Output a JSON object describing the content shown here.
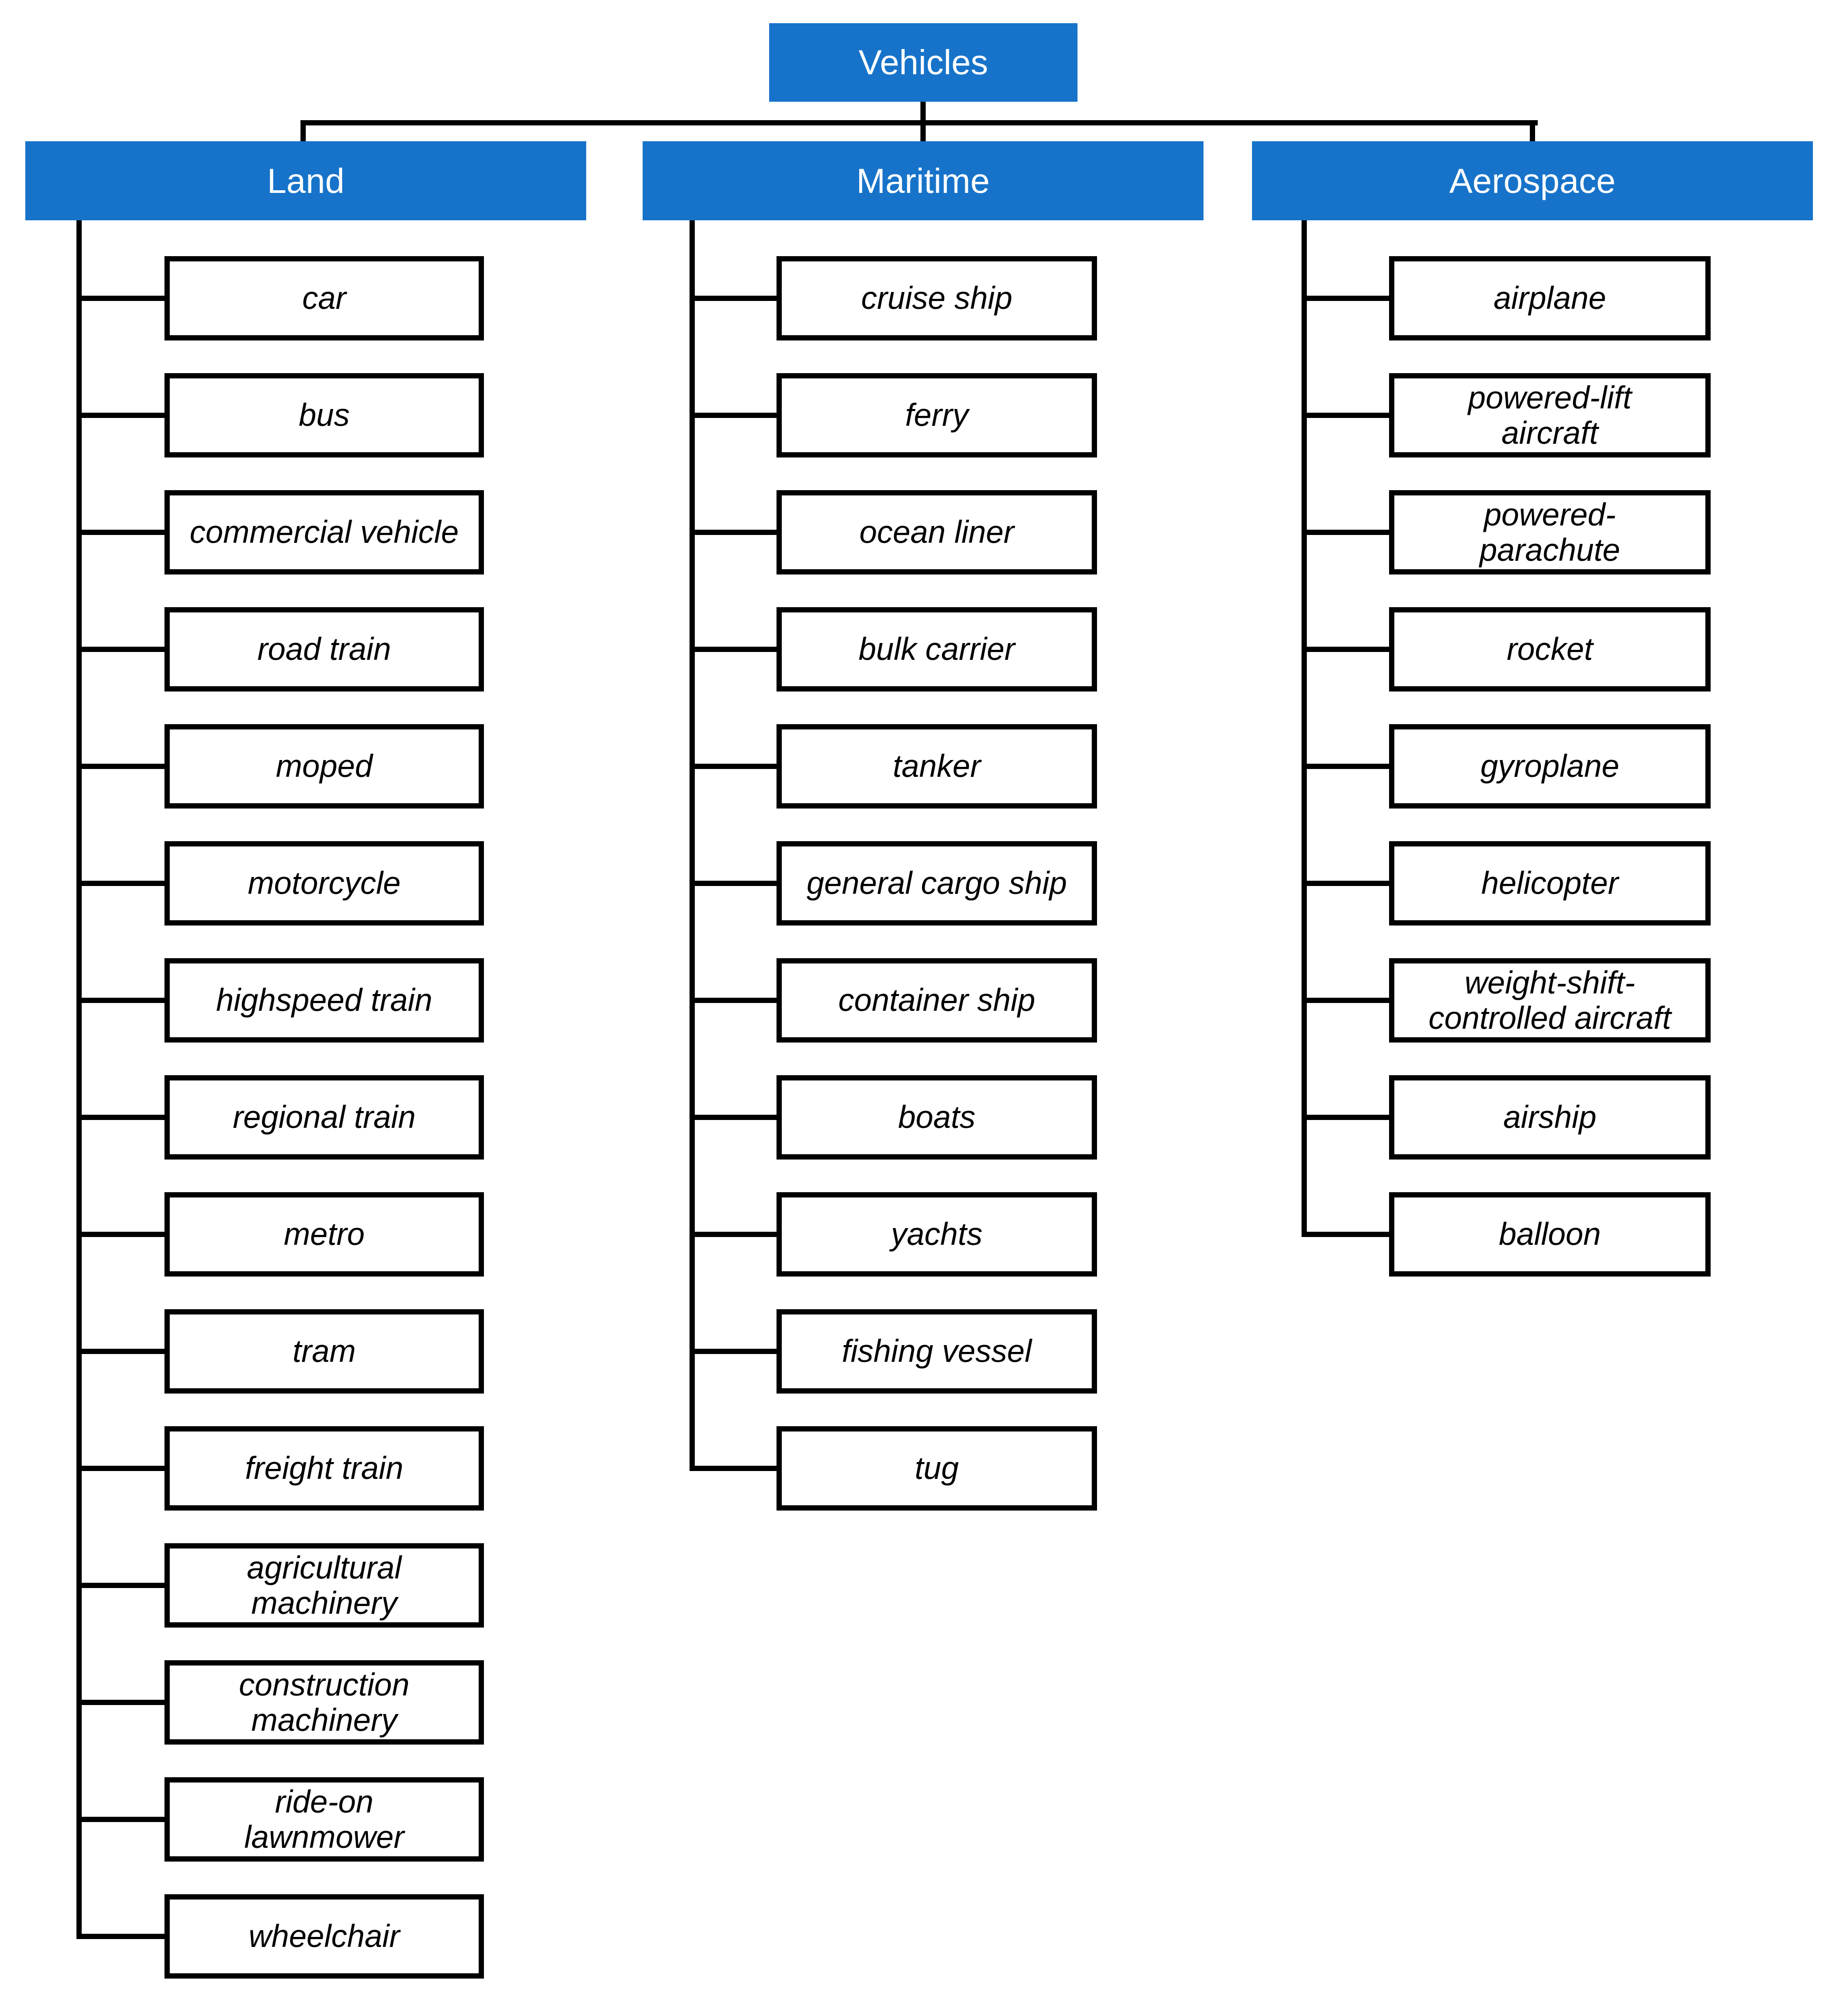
{
  "diagram": {
    "root": {
      "label": "Vehicles"
    },
    "categories": [
      {
        "label": "Land",
        "items": [
          "car",
          "bus",
          "commercial vehicle",
          "road train",
          "moped",
          "motorcycle",
          "highspeed train",
          "regional train",
          "metro",
          "tram",
          "freight train",
          "agricultural\nmachinery",
          "construction\nmachinery",
          "ride-on\nlawnmower",
          "wheelchair"
        ]
      },
      {
        "label": "Maritime",
        "items": [
          "cruise ship",
          "ferry",
          "ocean liner",
          "bulk carrier",
          "tanker",
          "general cargo ship",
          "container ship",
          "boats",
          "yachts",
          "fishing vessel",
          "tug"
        ]
      },
      {
        "label": "Aerospace",
        "items": [
          "airplane",
          "powered-lift\naircraft",
          "powered-\nparachute",
          "rocket",
          "gyroplane",
          "helicopter",
          "weight-shift-\ncontrolled aircraft",
          "airship",
          "balloon"
        ]
      }
    ],
    "colors": {
      "category_bg": "#1773C9",
      "category_text": "#FFFFFF",
      "item_border": "#000000",
      "item_text": "#000000",
      "connector": "#000000",
      "background": "#FFFFFF"
    }
  }
}
